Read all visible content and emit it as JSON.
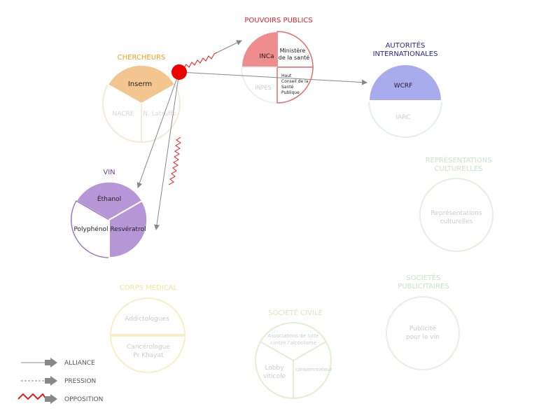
{
  "colors": {
    "chercheurs": "#f0a020",
    "pouvoirs": "#e0202a",
    "autorites": "#2a2a8a",
    "vin": "#7a3aa0",
    "culturelles": "#c8e4c8",
    "corps": "#f4e4a0",
    "civile": "#d8e8b8",
    "publicitaires": "#c8e4c8",
    "connector": "#888888",
    "opposition": "#e02020",
    "node": "#ee0000"
  },
  "groups": {
    "chercheurs": {
      "title": "CHERCHEURS",
      "inserm": "Inserm",
      "nacre": "NACRE",
      "latruffe": "N. Latruffe"
    },
    "pouvoirs": {
      "title": "POUVOIRS PUBLICS",
      "inca": "INCa",
      "ministere_1": "Ministère",
      "ministere_2": "de la santé",
      "inpes": "INPES",
      "hcsp_1": "Haut",
      "hcsp_2": "Conseil de la",
      "hcsp_3": "Santé",
      "hcsp_4": "Publique"
    },
    "autorites": {
      "title_1": "AUTORITÉS",
      "title_2": "INTERNATIONALES",
      "wcrf": "WCRF",
      "iarc": "IARC"
    },
    "vin": {
      "title": "VIN",
      "ethanol": "Éthanol",
      "polyphenol": "Polyphénol",
      "resveratrol": "Resvératrol"
    },
    "culturelles": {
      "title_1": "REPRÉSENTATIONS",
      "title_2": "CULTURELLES",
      "text_1": "Représentations",
      "text_2": "culturelles"
    },
    "corps": {
      "title": "CORPS MÉDICAL",
      "addicto": "Addictologues",
      "cancero_1": "Cancérologue",
      "cancero_2": "Pr Khayat"
    },
    "civile": {
      "title": "SOCIÉTÉ CIVILE",
      "assoc_1": "Associations de lutte",
      "assoc_2": "contre l'alcoolisme",
      "lobby_1": "Lobby",
      "lobby_2": "viticole",
      "conso": "consommateur"
    },
    "publicitaires": {
      "title_1": "SOCIÉTÉS",
      "title_2": "PUBLICITAIRES",
      "text_1": "Publicité",
      "text_2": "pour le vin"
    }
  },
  "legend": {
    "alliance": "ALLIANCE",
    "pression": "PRESSION",
    "opposition": "OPPOSITION"
  }
}
